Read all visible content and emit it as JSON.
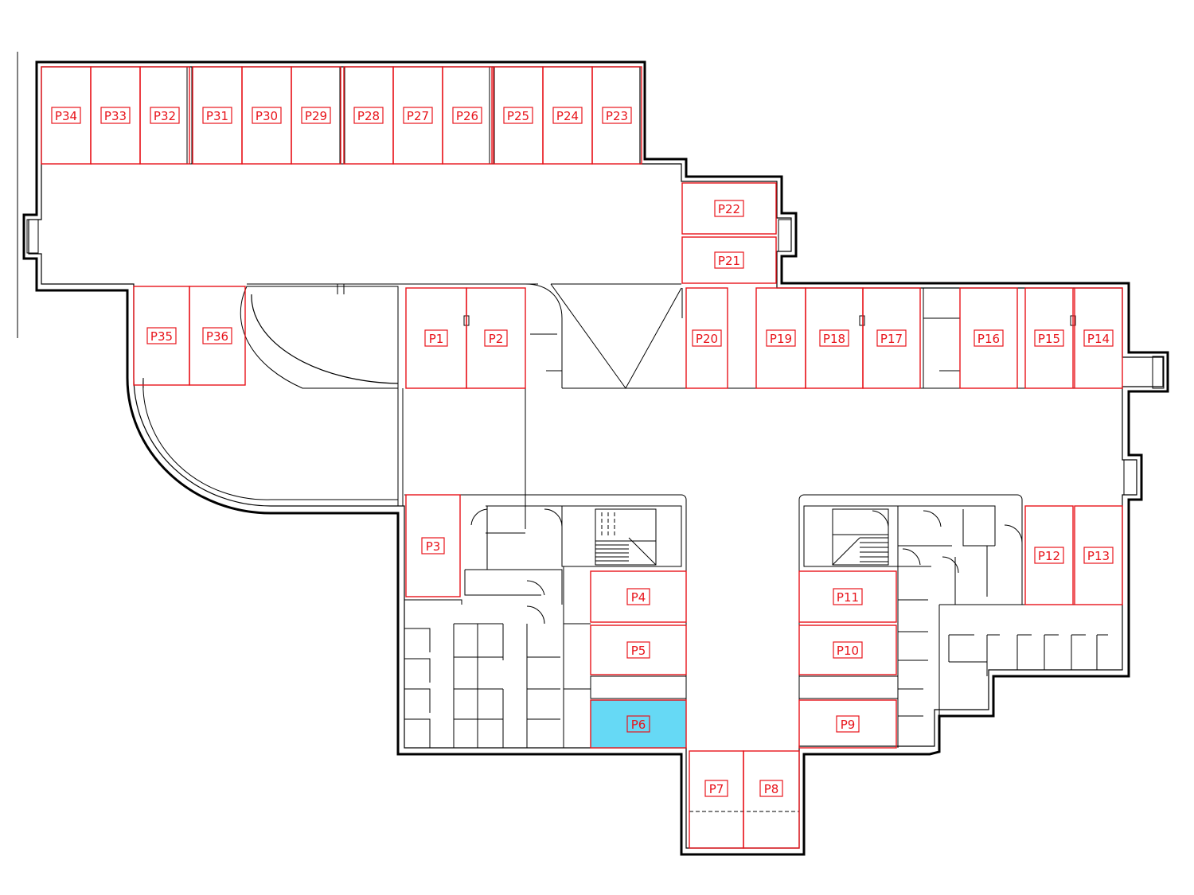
{
  "floor_plan": {
    "accent_color": "#e8141b",
    "selected_color": "#66d9f5",
    "selected_space": "P6",
    "spaces": [
      {
        "id": "P1",
        "label": "P1"
      },
      {
        "id": "P2",
        "label": "P2"
      },
      {
        "id": "P3",
        "label": "P3"
      },
      {
        "id": "P4",
        "label": "P4"
      },
      {
        "id": "P5",
        "label": "P5"
      },
      {
        "id": "P6",
        "label": "P6"
      },
      {
        "id": "P7",
        "label": "P7"
      },
      {
        "id": "P8",
        "label": "P8"
      },
      {
        "id": "P9",
        "label": "P9"
      },
      {
        "id": "P10",
        "label": "P10"
      },
      {
        "id": "P11",
        "label": "P11"
      },
      {
        "id": "P12",
        "label": "P12"
      },
      {
        "id": "P13",
        "label": "P13"
      },
      {
        "id": "P14",
        "label": "P14"
      },
      {
        "id": "P15",
        "label": "P15"
      },
      {
        "id": "P16",
        "label": "P16"
      },
      {
        "id": "P17",
        "label": "P17"
      },
      {
        "id": "P18",
        "label": "P18"
      },
      {
        "id": "P19",
        "label": "P19"
      },
      {
        "id": "P20",
        "label": "P20"
      },
      {
        "id": "P21",
        "label": "P21"
      },
      {
        "id": "P22",
        "label": "P22"
      },
      {
        "id": "P23",
        "label": "P23"
      },
      {
        "id": "P24",
        "label": "P24"
      },
      {
        "id": "P25",
        "label": "P25"
      },
      {
        "id": "P26",
        "label": "P26"
      },
      {
        "id": "P27",
        "label": "P27"
      },
      {
        "id": "P28",
        "label": "P28"
      },
      {
        "id": "P29",
        "label": "P29"
      },
      {
        "id": "P30",
        "label": "P30"
      },
      {
        "id": "P31",
        "label": "P31"
      },
      {
        "id": "P32",
        "label": "P32"
      },
      {
        "id": "P33",
        "label": "P33"
      },
      {
        "id": "P34",
        "label": "P34"
      },
      {
        "id": "P35",
        "label": "P35"
      },
      {
        "id": "P36",
        "label": "P36"
      }
    ]
  }
}
